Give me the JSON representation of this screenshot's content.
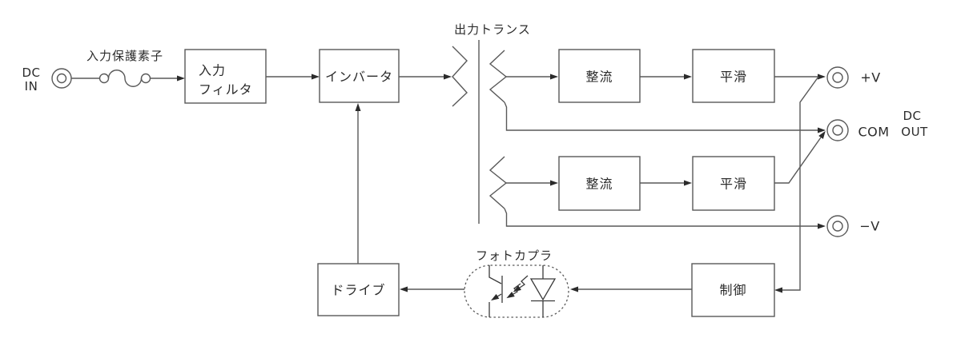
{
  "colors": {
    "background": "#ffffff",
    "line": "#595959",
    "text": "#2b2b2b"
  },
  "input": {
    "dc_in_line1": "DC",
    "dc_in_line2": "IN",
    "protection_label": "入力保護素子",
    "filter_line1": "入力",
    "filter_line2": "フィルタ"
  },
  "inverter": {
    "label": "インバータ"
  },
  "transformer": {
    "label": "出力トランス"
  },
  "positive_rail": {
    "rectifier": "整流",
    "smoothing": "平滑"
  },
  "negative_rail": {
    "rectifier": "整流",
    "smoothing": "平滑"
  },
  "outputs": {
    "pos": "+V",
    "com": "COM",
    "neg": "−V",
    "dc_out_line1": "DC",
    "dc_out_line2": "OUT"
  },
  "feedback": {
    "control": "制御",
    "photocoupler": "フォトカプラ",
    "drive": "ドライブ"
  }
}
